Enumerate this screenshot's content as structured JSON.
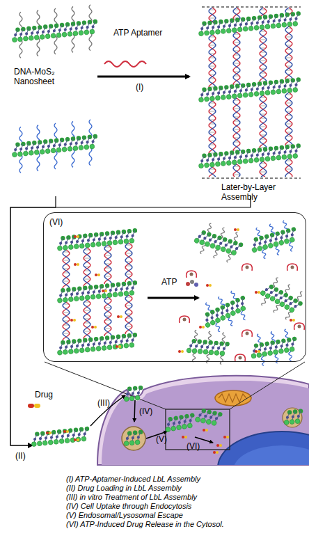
{
  "diagram": {
    "nodes": [
      {
        "text": [
          "(VI)"
        ]
      }
    ],
    "labels": [
      "DNA-MoS₂ Nanosheet",
      "ATP Aptamer",
      "(I)",
      "Later-by-Layer Assembly",
      "ATP",
      "Drug",
      "(II)",
      "(III)",
      "(IV)",
      "(V)",
      "(VI)",
      "(I) ATP-Aptamer-Induced LbL Assembly",
      "(II) Drug Loading in LbL Assembly",
      "(III) in vitro Treatment of LbL Assembly",
      "(IV) Cell Uptake through Endocytosis",
      "(V) Endosomal/Lysosomal Escape",
      "(VI) ATP-Induced Drug Release in the Cytosol."
    ]
  }
}
